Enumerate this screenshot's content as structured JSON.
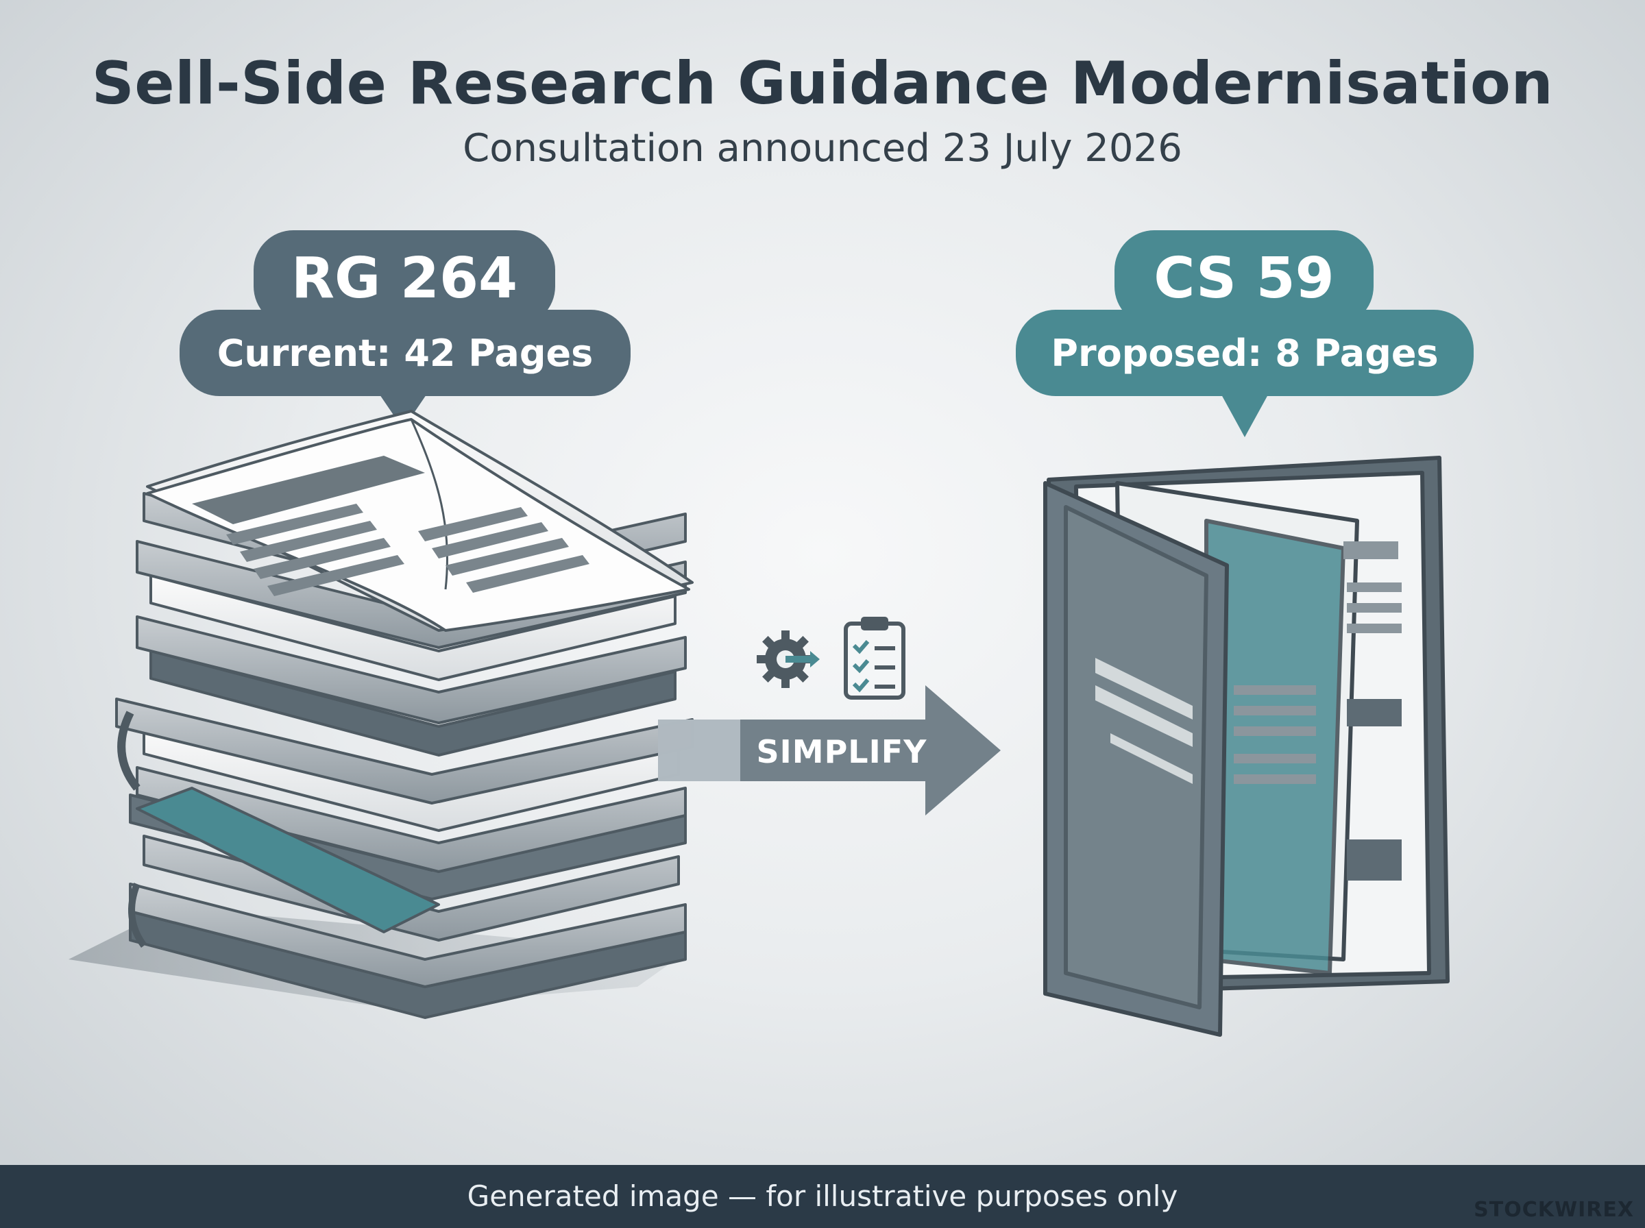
{
  "header": {
    "title": "Sell-Side Research Guidance Modernisation",
    "subtitle": "Consultation announced 23 July 2026"
  },
  "current": {
    "code": "RG 264",
    "pages_label": "Current: 42 Pages",
    "color": "#566b78"
  },
  "proposed": {
    "code": "CS 59",
    "pages_label": "Proposed: 8 Pages",
    "color": "#4a8a92"
  },
  "arrow": {
    "label": "SIMPLIFY",
    "icons": [
      "gear-icon",
      "clipboard-checklist-icon"
    ]
  },
  "footer": {
    "note": "Generated image — for illustrative purposes only",
    "watermark": "STOCKWIREX"
  },
  "colors": {
    "dark_slate": "#2b3a47",
    "slate": "#566b78",
    "teal": "#4a8a92"
  }
}
